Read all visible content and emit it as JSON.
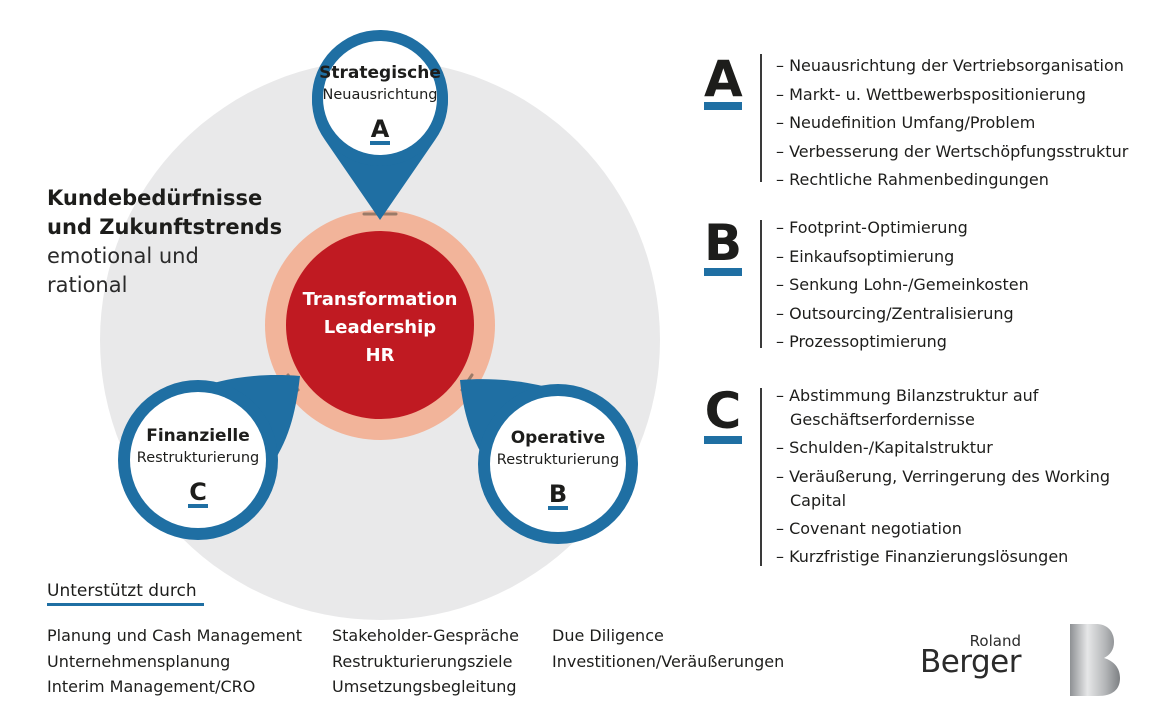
{
  "diagram": {
    "center": {
      "lines": [
        "Transformation",
        "Leadership",
        "HR"
      ],
      "colors": {
        "core": "#c01a22",
        "ring": "#f2b49a"
      }
    },
    "pins": [
      {
        "id": "A",
        "title": "Strategische",
        "subtitle": "Neuausrichtung",
        "letter": "A"
      },
      {
        "id": "B",
        "title": "Operative",
        "subtitle": "Restrukturierung",
        "letter": "B"
      },
      {
        "id": "C",
        "title": "Finanzielle",
        "subtitle": "Restrukturierung",
        "letter": "C"
      }
    ],
    "colors": {
      "pin_blue": "#1f6fa3",
      "background_circle": "#e9e9ea"
    },
    "outer_label": {
      "bold_line1": "Kundebedürfnisse",
      "bold_line2": "und Zukunftstrends",
      "light_line1": "emotional und",
      "light_line2": "rational"
    }
  },
  "legend": {
    "A": {
      "letter": "A",
      "items": [
        "– Neuausrichtung der Vertriebsorganisation",
        "– Markt- u. Wettbewerbspositionierung",
        "– Neudefinition Umfang/Problem",
        "– Verbesserung der Wertschöpfungsstruktur",
        "– Rechtliche Rahmenbedingungen"
      ]
    },
    "B": {
      "letter": "B",
      "items": [
        "– Footprint-Optimierung",
        "– Einkaufsoptimierung",
        "– Senkung Lohn-/Gemeinkosten",
        "– Outsourcing/Zentralisierung",
        "– Prozessoptimierung"
      ]
    },
    "C": {
      "letter": "C",
      "items": [
        "– Abstimmung Bilanzstruktur auf Geschäftserfordernisse",
        "– Schulden-/Kapitalstruktur",
        "– Veräußerung, Verringerung des Working Capital",
        "– Covenant negotiation",
        "– Kurzfristige Finanzierungslösungen"
      ]
    }
  },
  "support": {
    "title": "Unterstützt durch",
    "columns": [
      [
        "Planung und Cash Management",
        "Unternehmensplanung",
        "Interim Management/CRO"
      ],
      [
        "Stakeholder-Gespräche",
        "Restrukturierungsziele",
        "Umsetzungsbegleitung"
      ],
      [
        "Due Diligence",
        "Investitionen/Veräußerungen"
      ]
    ]
  },
  "logo": {
    "line1": "Roland",
    "line2": "Berger",
    "mark": "B"
  }
}
